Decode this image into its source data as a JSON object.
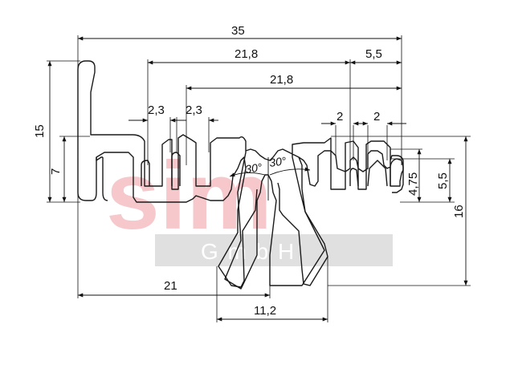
{
  "watermark": {
    "logo": "sim",
    "text": "G m b H",
    "logo_color": "#f6c8cc",
    "band_color": "#e0e0e0"
  },
  "dimensions": {
    "overall_width": "35",
    "top_width_a": "21,8",
    "top_width_b": "21,8",
    "right_width": "5,5",
    "slot_left_a": "2,3",
    "slot_left_b": "2,3",
    "slot_right_a": "2",
    "slot_right_b": "2",
    "height_left": "15",
    "height_inner": "7",
    "height_right_a": "4,75",
    "height_right_b": "5,5",
    "height_total": "16",
    "bottom_left": "21",
    "bottom_legs": "11,2",
    "angle_left": "30°",
    "angle_right": "30°"
  },
  "colors": {
    "line": "#111111",
    "profile": "#1a1a1a"
  }
}
